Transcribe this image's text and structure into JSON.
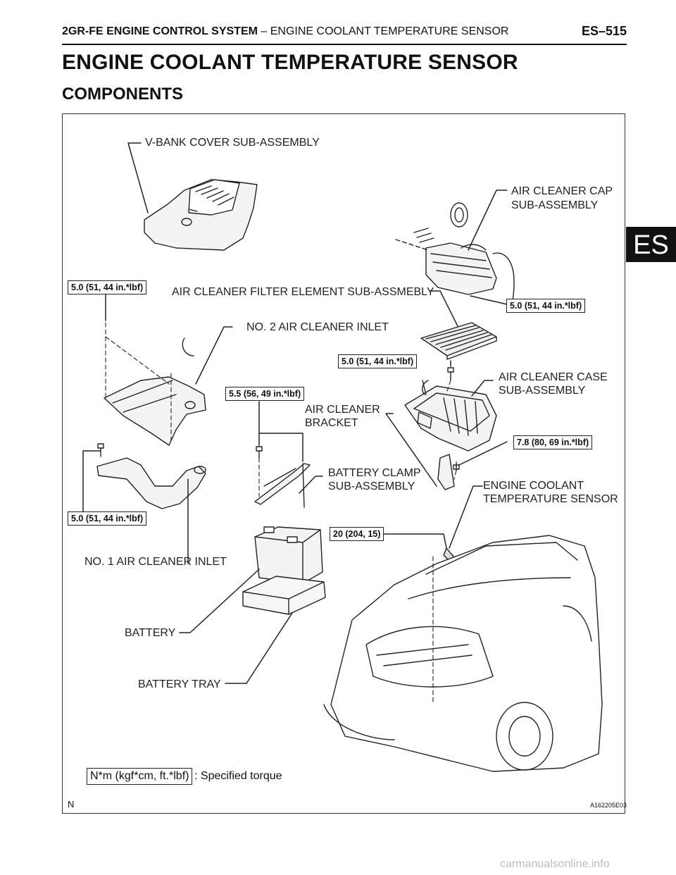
{
  "header": {
    "section_bold": "2GR-FE ENGINE CONTROL SYSTEM",
    "section_rest": "–  ENGINE COOLANT TEMPERATURE SENSOR",
    "page_number": "ES–515"
  },
  "title": "ENGINE COOLANT TEMPERATURE SENSOR",
  "subtitle": "COMPONENTS",
  "side_tab": "ES",
  "labels": {
    "v_bank_cover": "V-BANK COVER SUB-ASSEMBLY",
    "air_cleaner_cap_1": "AIR CLEANER CAP",
    "air_cleaner_cap_2": "SUB-ASSEMBLY",
    "filter_element": "AIR CLEANER FILTER ELEMENT SUB-ASSMEBLY",
    "no2_inlet": "NO. 2 AIR CLEANER INLET",
    "case_1": "AIR CLEANER CASE",
    "case_2": "SUB-ASSEMBLY",
    "bracket_1": "AIR CLEANER",
    "bracket_2": "BRACKET",
    "battery_clamp_1": "BATTERY CLAMP",
    "battery_clamp_2": "SUB-ASSEMBLY",
    "ect_sensor_1": "ENGINE COOLANT",
    "ect_sensor_2": "TEMPERATURE SENSOR",
    "no1_inlet": "NO. 1 AIR CLEANER INLET",
    "battery": "BATTERY",
    "battery_tray": "BATTERY TRAY"
  },
  "torques": {
    "t_top_left": "5.0 (51, 44 in.*lbf)",
    "t_cap": "5.0 (51, 44 in.*lbf)",
    "t_case": "5.0 (51, 44 in.*lbf)",
    "t_clamp": "5.5 (56, 49 in.*lbf)",
    "t_bracket": "7.8 (80, 69 in.*lbf)",
    "t_bottom_left": "5.0 (51, 44 in.*lbf)",
    "t_sensor": "20 (204, 15)"
  },
  "legend": {
    "unit": "N*m (kgf*cm, ft.*lbf)",
    "meaning": ": Specified torque"
  },
  "north_mark": "N",
  "figure_id": "A162205E03",
  "watermark": "carmanualsonline.info"
}
